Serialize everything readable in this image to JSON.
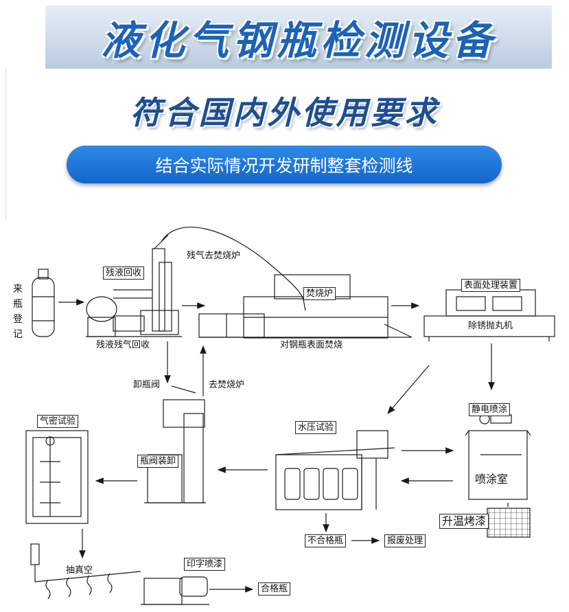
{
  "header": {
    "title": "液化气钢瓶检测设备",
    "subtitle": "符合国内外使用要求",
    "pill_text": "结合实际情况开发研制整套检测线"
  },
  "diagram": {
    "labels": {
      "incoming": "来瓶登记",
      "residual_recovery_box": "残液回收",
      "residual_gas_to_incinerator": "残气去焚烧炉",
      "incinerator": "焚烧炉",
      "surface_treatment": "表面处理装置",
      "shot_blasting": "除锈抛丸机",
      "residual_liquid_gas_recovery": "残液残气回收",
      "surface_incineration": "对钢瓶表面焚烧",
      "valve_unloading": "卸瓶阀",
      "to_incinerator": "去焚烧炉",
      "electrostatic_spray": "静电喷涂",
      "air_tightness_test": "气密试验",
      "hydrostatic_test": "水压试验",
      "valve_assembly": "瓶阀装卸",
      "spray_room": "喷涂室",
      "heating_baking": "升温烤漆",
      "unqualified_cylinder": "不合格瓶",
      "scrap_processing": "报废处理",
      "vacuum": "抽真空",
      "print_spray": "印字喷漆",
      "qualified_cylinder": "合格瓶"
    },
    "colors": {
      "line": "#1a1a1a",
      "title_blue": "#1b63b8",
      "pill_blue": "#1366c9"
    }
  }
}
